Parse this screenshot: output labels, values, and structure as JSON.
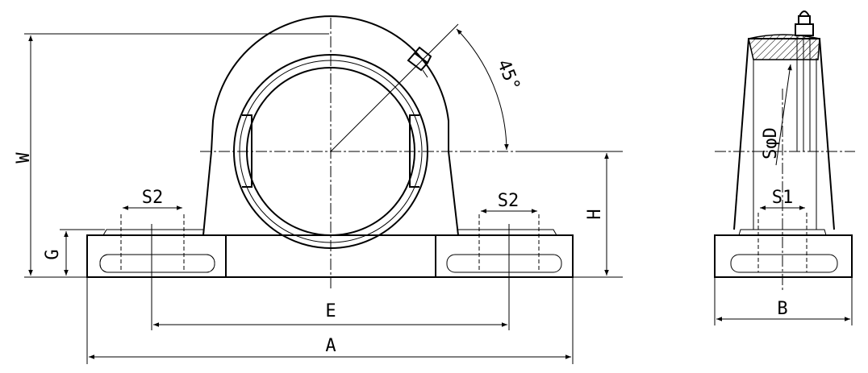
{
  "labels": {
    "w": "W",
    "g": "G",
    "s2_left": "S2",
    "s2_right": "S2",
    "h": "H",
    "e": "E",
    "a": "A",
    "angle": "45°",
    "s1": "S1",
    "sd": "SφD",
    "b": "B"
  }
}
